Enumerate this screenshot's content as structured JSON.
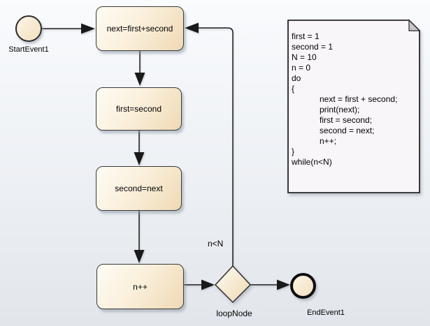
{
  "diagram": {
    "type": "activity-flowchart",
    "nodes": {
      "start": {
        "label": "StartEvent1"
      },
      "action1": {
        "label": "next=first+second"
      },
      "action2": {
        "label": "first=second"
      },
      "action3": {
        "label": "second=next"
      },
      "action4": {
        "label": "n++"
      },
      "loop": {
        "label": "loopNode",
        "guard": "n<N"
      },
      "end": {
        "label": "EndEvent1"
      }
    },
    "note": {
      "text": "first = 1\nsecond = 1\nN = 10\nn = 0\ndo\n{\n            next = first + second;\n            print(next);\n            first = second;\n            second = next;\n            n++;\n}\nwhile(n<N)"
    },
    "colors": {
      "node_fill_light": "#fefcf4",
      "node_fill_dark": "#efd9b5",
      "node_border": "#3a3a3a",
      "connector": "#1a1a1a",
      "note_fill": "#f9f6f9",
      "note_fold": "#cac7cb",
      "background_top": "#f9fbfd",
      "background_bottom": "#e2e6eb"
    }
  }
}
